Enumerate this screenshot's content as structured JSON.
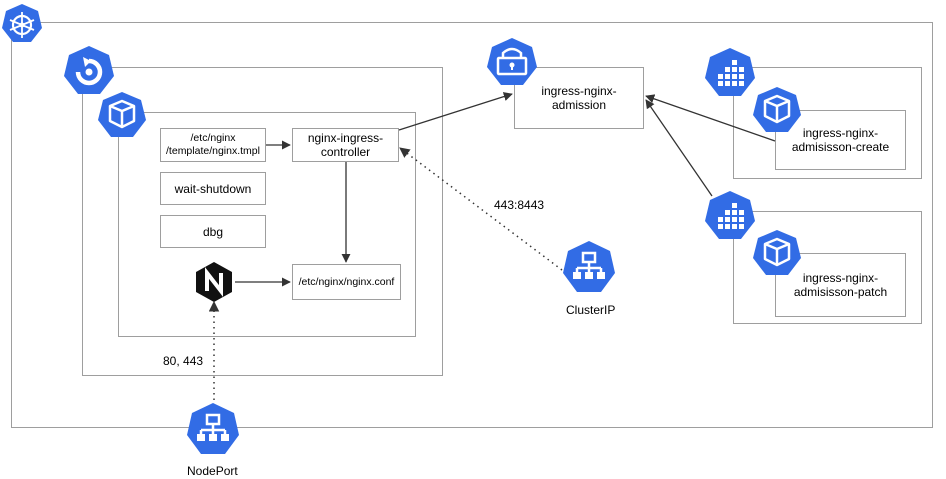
{
  "nodes": {
    "nginx_template": "/etc/nginx\n/template/nginx.tmpl",
    "controller": "nginx-ingress-\ncontroller",
    "wait_shutdown": "wait-shutdown",
    "dbg": "dbg",
    "nginx_conf": "/etc/nginx/nginx.conf",
    "admission": "ingress-nginx-\nadmission",
    "admission_create": "ingress-nginx-\nadmisisson-create",
    "admission_patch": "ingress-nginx-\nadmisisson-patch"
  },
  "labels": {
    "port_443_8443": "443:8443",
    "port_80_443": "80, 443",
    "cluster_ip": "ClusterIP",
    "node_port": "NodePort"
  },
  "icons": {
    "cluster": "kubernetes-helm-wheel-icon",
    "deployment": "deployment-icon",
    "pod": "pod-icon",
    "secret": "secret-icon",
    "job": "job-icon",
    "service": "service-icon",
    "nginx": "nginx-logo-icon"
  },
  "colors": {
    "k8s_blue": "#326ce5",
    "border": "#9e9e9e",
    "arrow": "#333333"
  }
}
